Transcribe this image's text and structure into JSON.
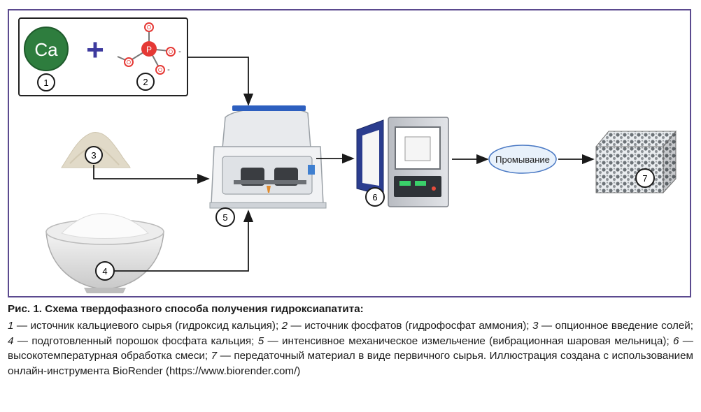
{
  "diagram": {
    "ca_symbol": "Ca",
    "plus_sign": "+",
    "phosphate": {
      "center": "P",
      "oxygen": "O",
      "charge": "-"
    },
    "markers": [
      "1",
      "2",
      "3",
      "4",
      "5",
      "6",
      "7"
    ],
    "washing_label": "Промывание",
    "colors": {
      "frame": "#5b4a8f",
      "ca_circle": "#2e7d3e",
      "plus": "#3d3a9e",
      "phosphorus": "#e53935",
      "arrow": "#1a1a1a"
    }
  },
  "caption": {
    "title": "Рис. 1. Схема твердофазного способа получения гидроксиапатита:",
    "items": [
      {
        "num": "1",
        "text": " — источник кальциевого сырья (гидроксид кальция); "
      },
      {
        "num": "2",
        "text": " — источник фосфатов (гидрофосфат аммония); "
      },
      {
        "num": "3",
        "text": " — опци­онное введение солей; "
      },
      {
        "num": "4",
        "text": " — подготовленный порошок фосфата кальция; "
      },
      {
        "num": "5",
        "text": " — интенсивное механическое измельче­ние (вибрационная шаровая мельница); "
      },
      {
        "num": "6",
        "text": " — высокотемпературная обработка смеси; "
      },
      {
        "num": "7",
        "text": " — передаточный материал в виде первичного сырья. Иллюстрация создана с использованием онлайн-инструмента BioRender (https://www.bio­render.com/)"
      }
    ]
  }
}
